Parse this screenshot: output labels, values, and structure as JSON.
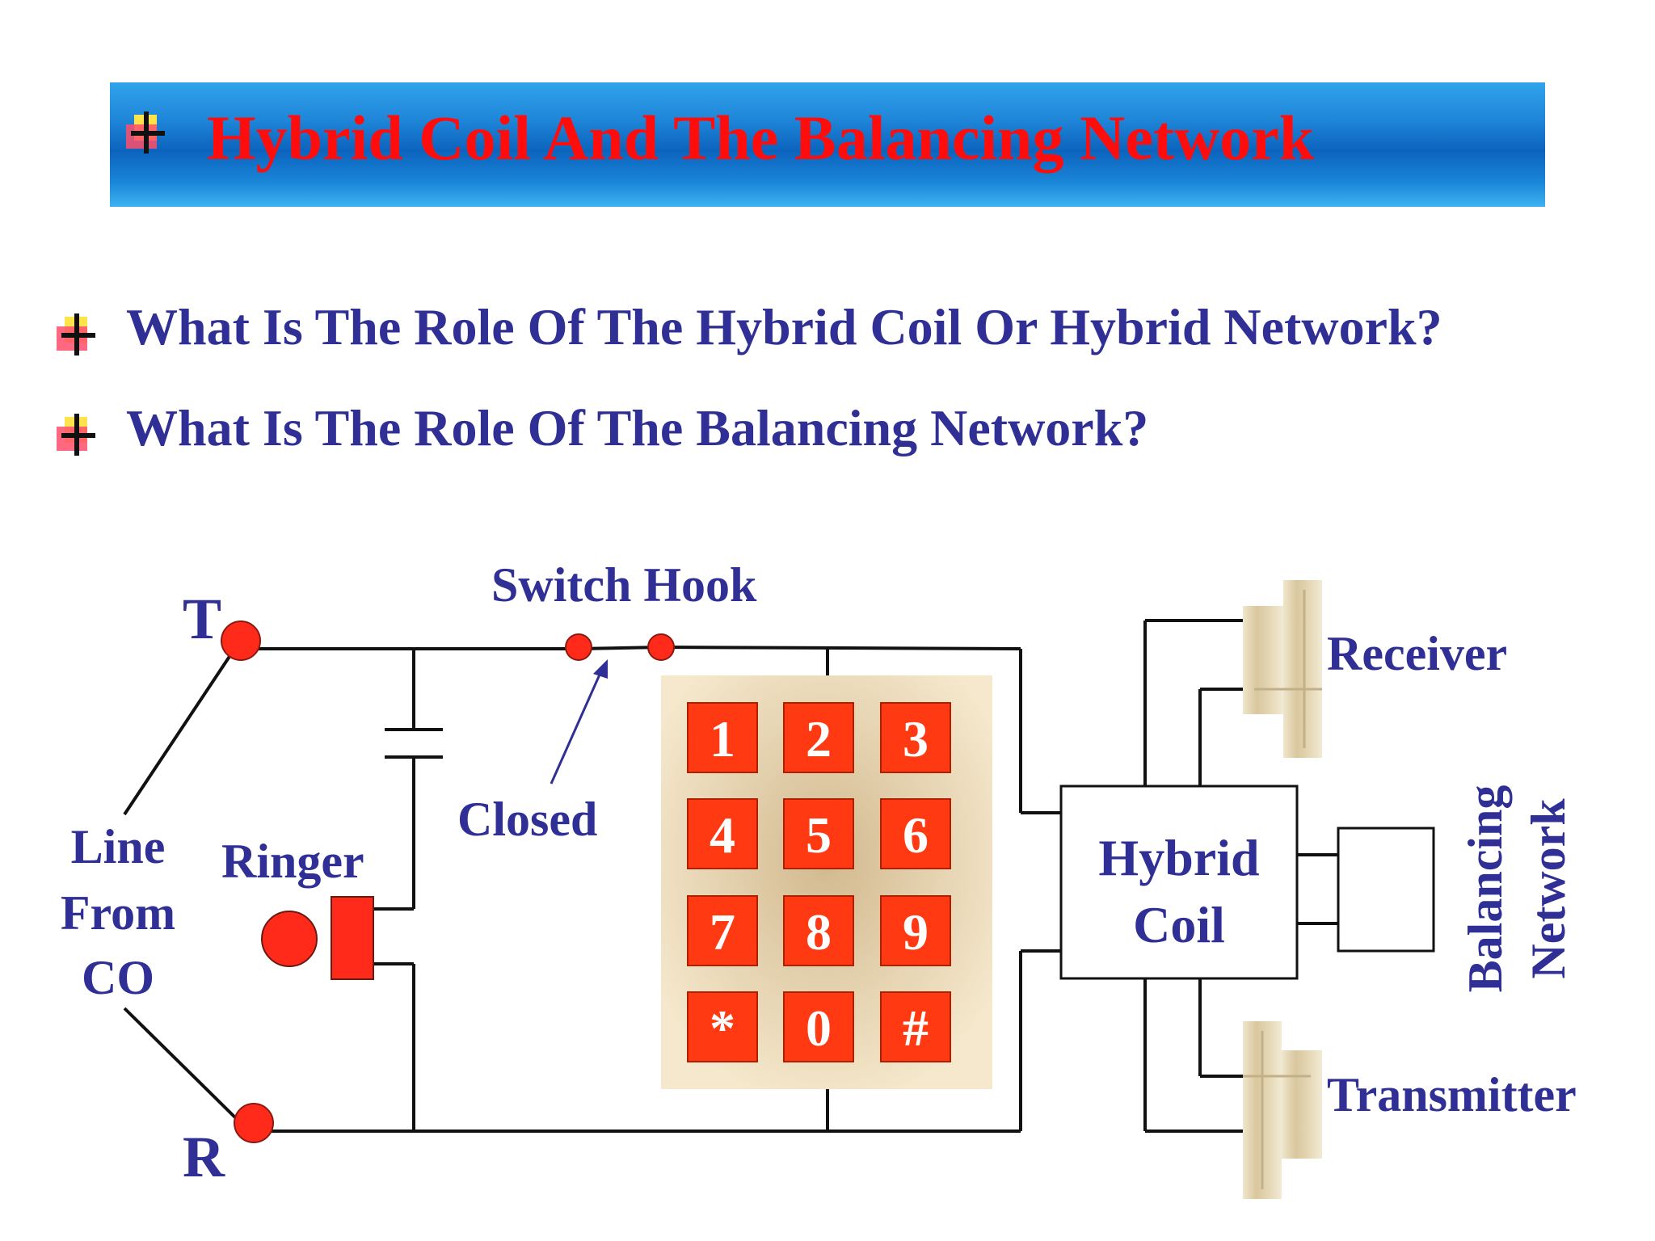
{
  "title": "Hybrid Coil And The Balancing Network",
  "questions": [
    "What Is The Role Of The Hybrid Coil Or Hybrid Network?",
    "What Is The Role Of The Balancing Network?"
  ],
  "diagram": {
    "labels": {
      "tip": "T",
      "ring": "R",
      "line_from_co": [
        "Line",
        "From",
        "CO"
      ],
      "ringer": "Ringer",
      "switch_hook": "Switch Hook",
      "closed": "Closed",
      "hybrid_coil": [
        "Hybrid",
        "Coil"
      ],
      "receiver": "Receiver",
      "transmitter": "Transmitter",
      "balancing_network": [
        "Balancing",
        "Network"
      ]
    },
    "keypad": [
      "1",
      "2",
      "3",
      "4",
      "5",
      "6",
      "7",
      "8",
      "9",
      "*",
      "0",
      "#"
    ]
  },
  "colors": {
    "title_text": "#ff0d0d",
    "body_text": "#2f2f96",
    "terminal": "#ff2a1a",
    "key": "#ff3a12",
    "keypad_bg": "#f3e3c4"
  }
}
